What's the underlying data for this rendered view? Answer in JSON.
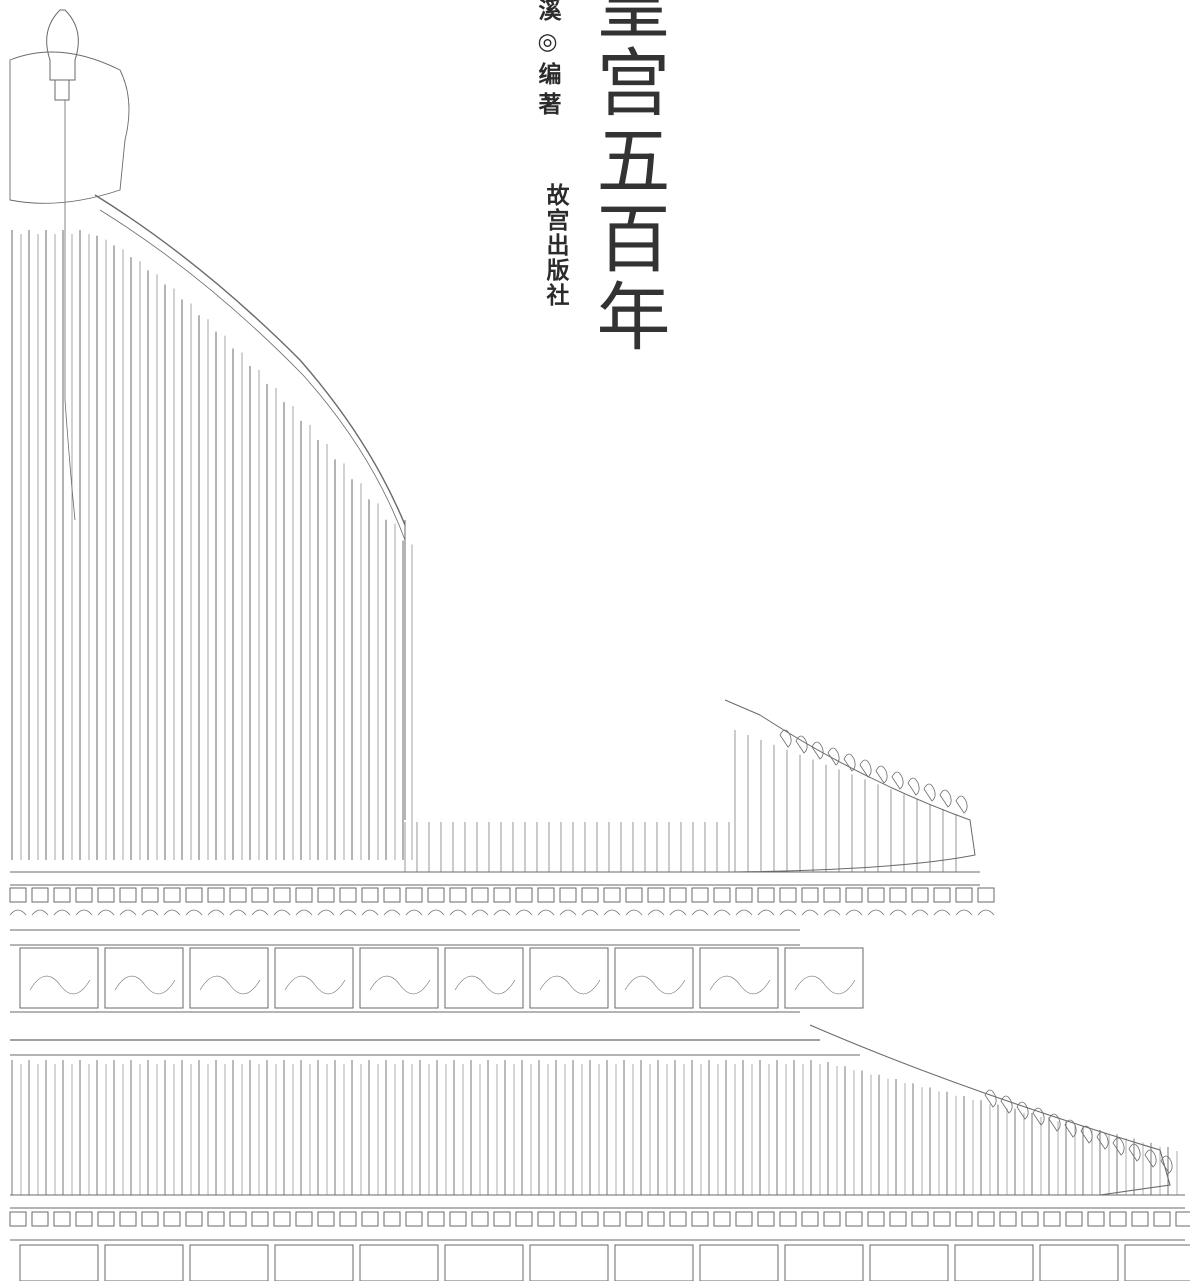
{
  "cover": {
    "title": "皇宫五百年",
    "author": "溪◎编著",
    "publisher": "故宫出版社",
    "ink_color": "#2b2b2b",
    "line_color": "#6a6a6a",
    "background": "#ffffff"
  }
}
